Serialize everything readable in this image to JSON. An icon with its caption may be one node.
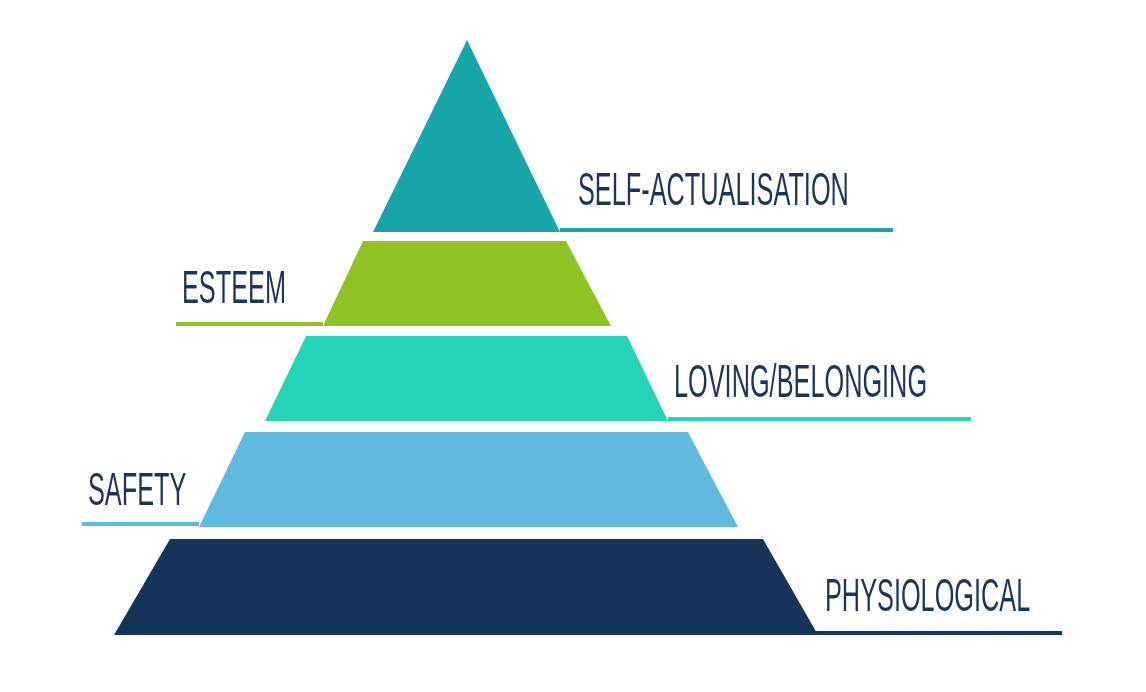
{
  "diagram": {
    "nodes": [
      {
        "text": [
          "SELF-ACTUALISATION"
        ]
      },
      {
        "text": [
          "ESTEEM"
        ]
      },
      {
        "text": [
          "LOVING/BELONGING"
        ]
      },
      {
        "text": [
          "SAFETY"
        ]
      },
      {
        "text": [
          "PHYSIOLOGICAL"
        ]
      }
    ]
  }
}
